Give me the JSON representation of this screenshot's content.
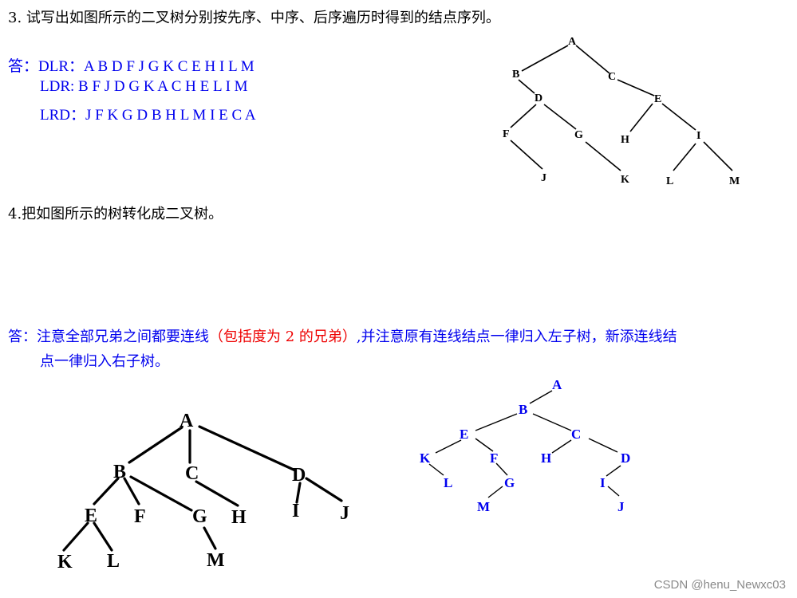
{
  "question3": {
    "text": "3. 试写出如图所示的二叉树分别按先序、中序、后序遍历时得到的结点序列。",
    "answer_prefix": "答：",
    "dlr": "DLR：A B D F J G K C E H I L M",
    "ldr": "LDR:   B F J D G K A C H E L I M",
    "lrd": "LRD：J F K G D B H L M I E C A",
    "tree_nodes": [
      "A",
      "B",
      "C",
      "D",
      "E",
      "F",
      "G",
      "H",
      "I",
      "J",
      "K",
      "L",
      "M"
    ]
  },
  "question4": {
    "text": "4.把如图所示的树转化成二叉树。",
    "answer_prefix": "答：",
    "answer_part1": "注意全部兄弟之间都要连线",
    "answer_part2": "（包括度为 2 的兄弟）",
    "answer_part3": ",并注意原有连线结点一律归入左子树，新添连线结",
    "answer_line2": "点一律归入右子树。",
    "tree_nodes": [
      "A",
      "B",
      "C",
      "D",
      "E",
      "F",
      "G",
      "H",
      "I",
      "J",
      "K",
      "L",
      "M"
    ],
    "binary_nodes": [
      "A",
      "B",
      "C",
      "E",
      "F",
      "K",
      "L",
      "G",
      "M",
      "H",
      "D",
      "I",
      "J"
    ]
  },
  "watermark": "CSDN @henu_Newxc03",
  "colors": {
    "answer": "#0000ee",
    "highlight": "#ee0000",
    "text": "#000000"
  }
}
